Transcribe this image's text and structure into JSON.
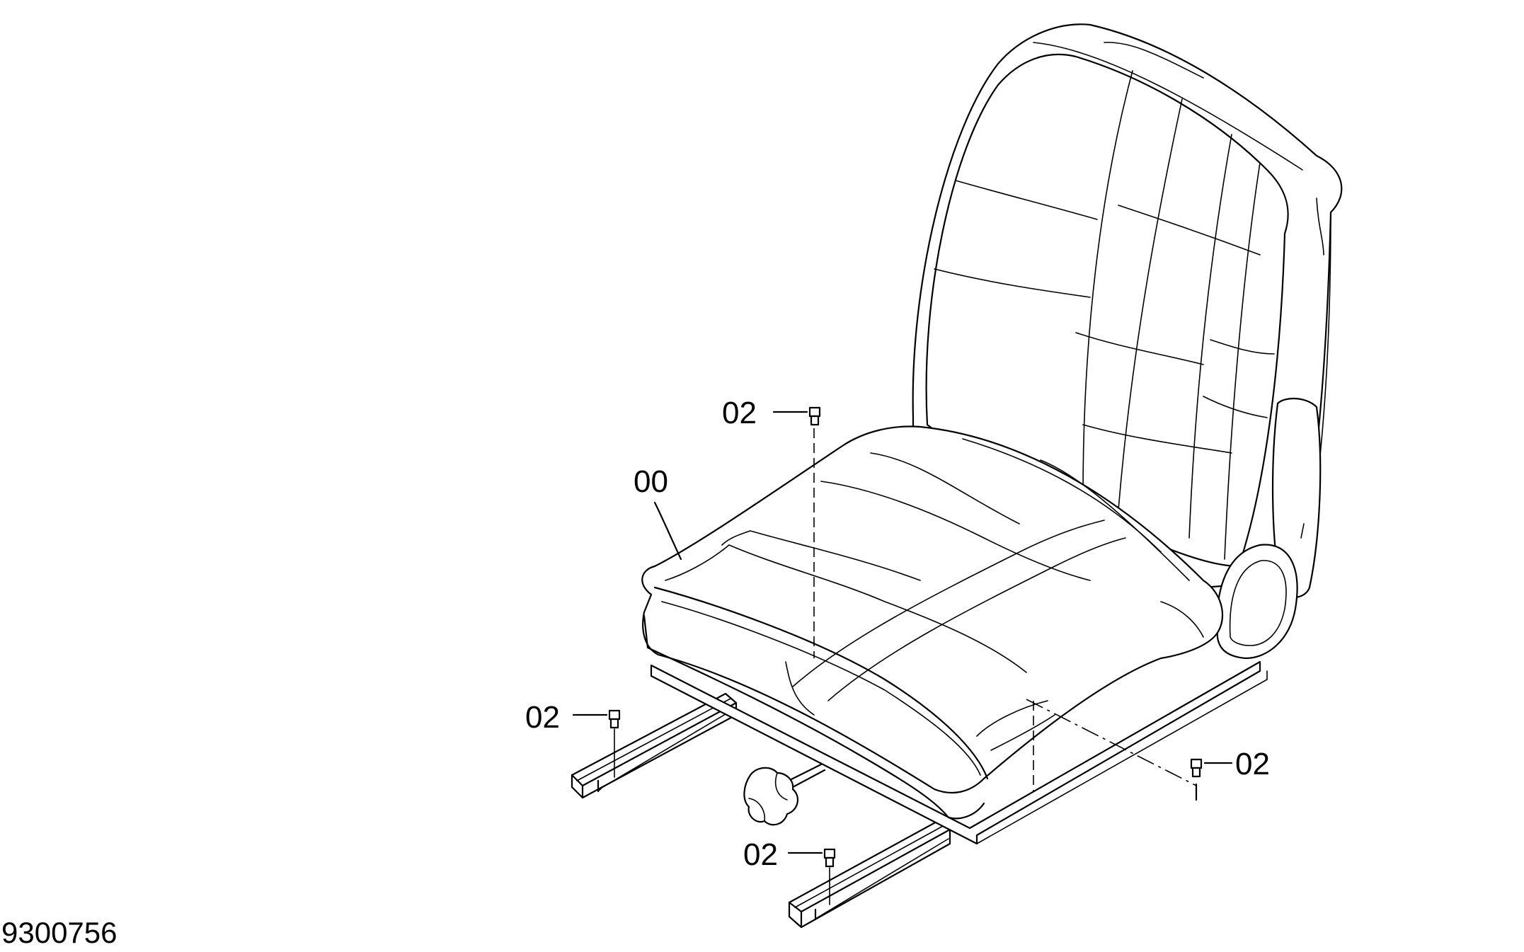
{
  "diagram": {
    "document_number": "9300756",
    "callouts": {
      "seat": "00",
      "screw_top": "02",
      "screw_left": "02",
      "screw_bottom": "02",
      "screw_right": "02"
    }
  }
}
